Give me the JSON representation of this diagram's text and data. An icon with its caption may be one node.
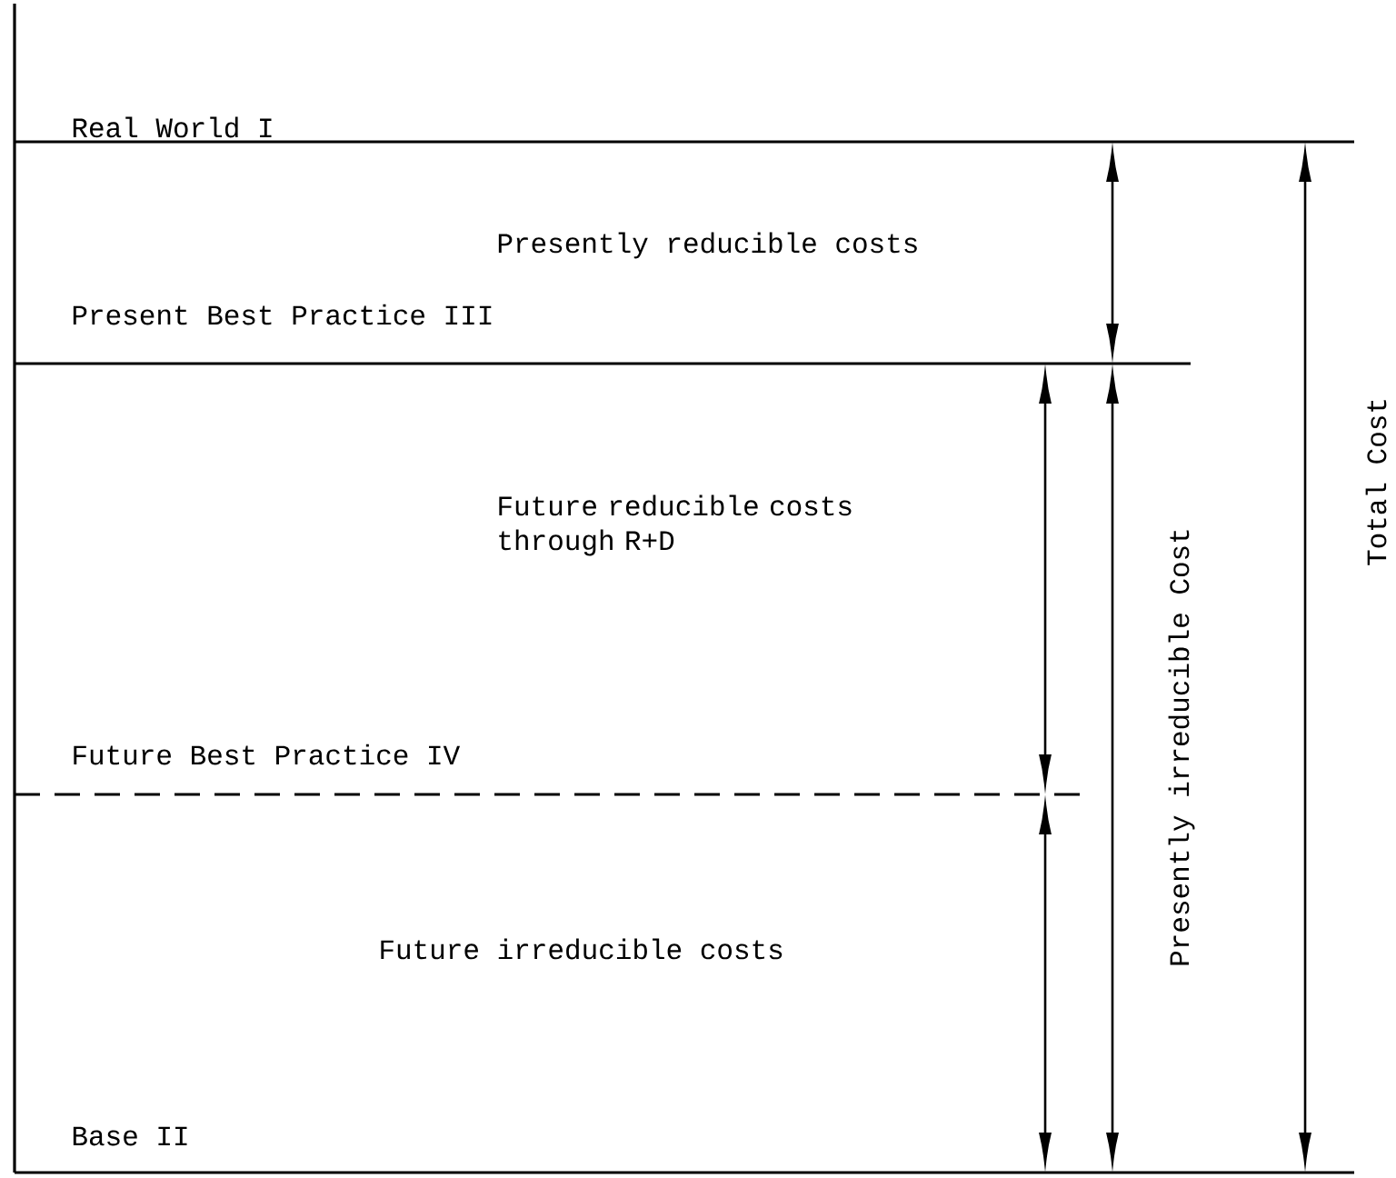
{
  "diagram": {
    "labels": [
      "Real World I",
      "Presently reducible costs",
      "Present Best Practice III",
      "Future reducible costs through R+D",
      "Future Best Practice IV",
      "Future irreducible costs",
      "Base II",
      "Presently irreducible Cost",
      "Total Cost"
    ]
  }
}
